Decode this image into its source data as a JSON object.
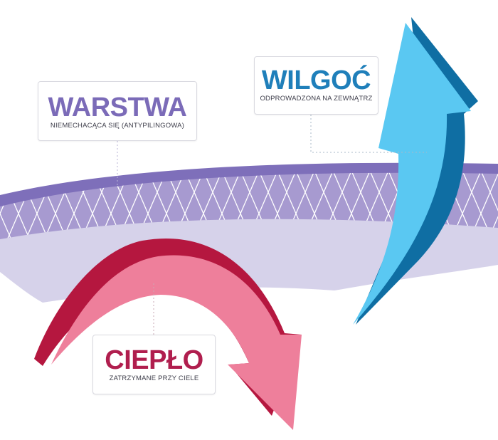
{
  "labels": {
    "layer": {
      "title": "WARSTWA",
      "subtitle": "NIEMECHACĄCA SIĘ (ANTYPILINGOWA)"
    },
    "moisture": {
      "title": "WILGOĆ",
      "subtitle": "ODPROWADZONA NA ZEWNĄTRZ"
    },
    "heat": {
      "title": "CIEPŁO",
      "subtitle": "ZATRZYMANE PRZY CIELE"
    }
  },
  "colors": {
    "layer_title": "#7b6bb8",
    "moisture_title": "#1f7fba",
    "heat_title": "#b01e4e",
    "fabric_top": "#7e6fba",
    "fabric_mesh": "#a79ad0",
    "fabric_base": "#d6d2ea",
    "moisture_arrow": "#5ac8f2",
    "moisture_arrow_dark": "#0f6ea3",
    "heat_arrow": "#ee7f9b",
    "heat_arrow_dark": "#b5173f"
  }
}
